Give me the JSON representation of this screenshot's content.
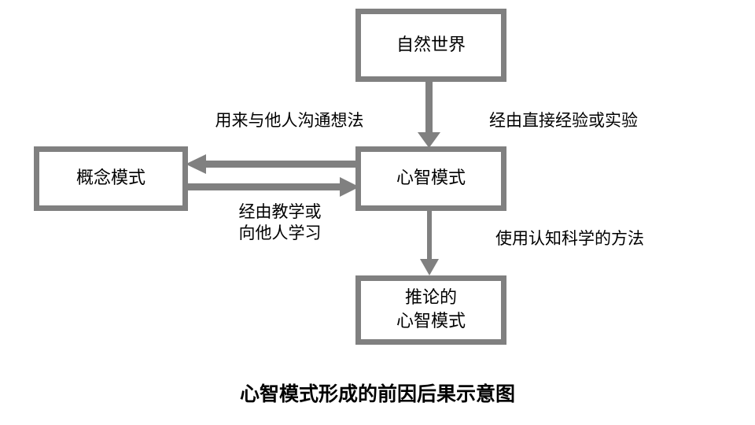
{
  "diagram": {
    "caption": "心智模式形成的前因后果示意图",
    "palette": {
      "stroke": "#808080",
      "fill": "#ffffff",
      "text": "#000000"
    },
    "nodes": [
      {
        "id": "natural-world",
        "label": "自然世界"
      },
      {
        "id": "mental-model",
        "label": "心智模式"
      },
      {
        "id": "conceptual-model",
        "label": "概念模式"
      },
      {
        "id": "inferred-mental-model",
        "label": "推论的\n心智模式"
      }
    ],
    "edges": [
      {
        "id": "experience",
        "from": "natural-world",
        "to": "mental-model",
        "label": "经由直接经验或实验",
        "direction": "down"
      },
      {
        "id": "communicate",
        "from": "mental-model",
        "to": "conceptual-model",
        "label": "用来与他人沟通想法",
        "direction": "left"
      },
      {
        "id": "teaching",
        "from": "conceptual-model",
        "to": "mental-model",
        "label": "经由教学或\n向他人学习",
        "direction": "right"
      },
      {
        "id": "cognitive-science",
        "from": "mental-model",
        "to": "inferred-mental-model",
        "label": "使用认知科学的方法",
        "direction": "down"
      }
    ]
  }
}
